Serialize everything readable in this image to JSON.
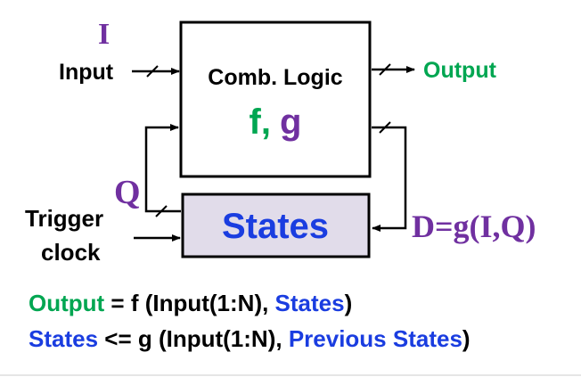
{
  "diagram": {
    "input_symbol": "I",
    "input_label": "Input",
    "output_label": "Output",
    "comb_logic_title": "Comb. Logic",
    "func_f": "f",
    "func_comma": ",",
    "func_g": "g",
    "state_symbol": "Q",
    "states_label": "States",
    "next_state_eq": "D=g(I,Q)",
    "trigger_label_line1": "Trigger",
    "trigger_label_line2": "clock"
  },
  "equations": {
    "line1": {
      "output": "Output",
      "eq_f": " = f (Input(1:N), ",
      "states": "States",
      "close": ")"
    },
    "line2": {
      "states": "States",
      "eq_g": " <= g (Input(1:N), ",
      "previous_states": "Previous States",
      "close": ")"
    }
  },
  "colors": {
    "green": "#00a651",
    "purple": "#7030a0",
    "blue": "#1a3de0",
    "black": "#000000",
    "states_fill": "#e1dcea"
  }
}
